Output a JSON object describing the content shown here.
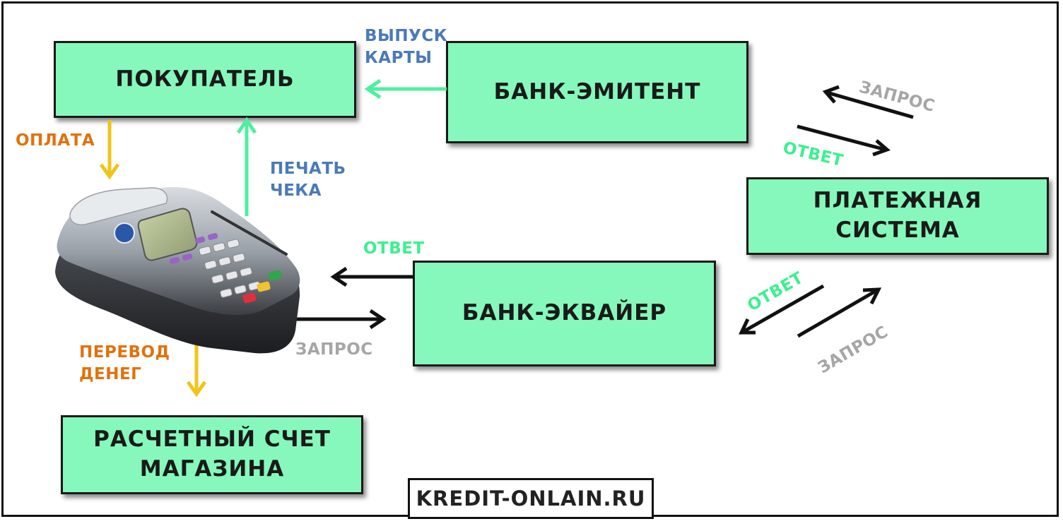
{
  "boxes": {
    "buyer": "ПОКУПАТЕЛЬ",
    "issuer": "БАНК-ЭМИТЕНТ",
    "payment_system_line1": "ПЛАТЕЖНАЯ",
    "payment_system_line2": "СИСТЕМА",
    "acquirer": "БАНК-ЭКВАЙЕР",
    "store_account_line1": "РАСЧЕТНЫЙ СЧЕТ",
    "store_account_line2": "МАГАЗИНА"
  },
  "labels": {
    "card_issue_line1": "ВЫПУСК",
    "card_issue_line2": "КАРТЫ",
    "payment": "ОПЛАТА",
    "receipt_line1": "ПЕЧАТЬ",
    "receipt_line2": "ЧЕКА",
    "response_acquirer": "ОТВЕТ",
    "request_acquirer": "ЗАПРОС",
    "transfer_line1": "ПЕРЕВОД",
    "transfer_line2": "ДЕНЕГ",
    "request_top": "ЗАПРОС",
    "response_top": "ОТВЕТ",
    "response_bottom": "ОТВЕТ",
    "request_bottom": "ЗАПРОС"
  },
  "brand": "KREDIT-ONLAIN.RU",
  "colors": {
    "box_fill": "#86f8bb",
    "label_blue": "#4a7ab8",
    "label_orange": "#e0720f",
    "label_green": "#3cf08e",
    "label_gray": "#a6a6a6",
    "arrow_green": "#4df0a0",
    "arrow_yellow": "#f0c419",
    "arrow_black": "#111111"
  },
  "icons": {
    "terminal": "pos-terminal-icon"
  }
}
